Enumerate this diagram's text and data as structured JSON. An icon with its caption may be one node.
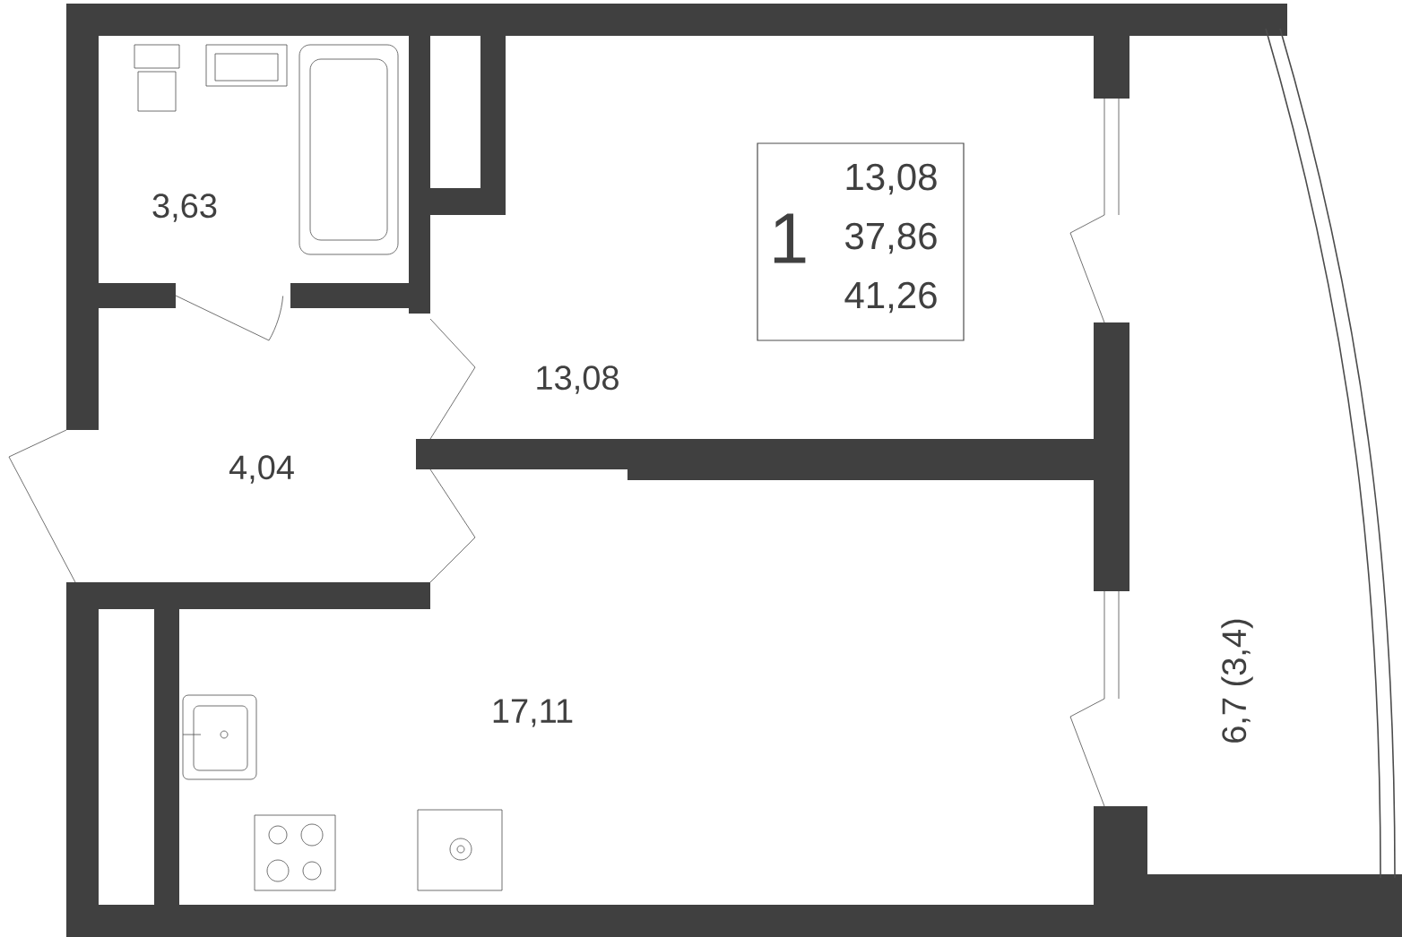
{
  "diagram": {
    "nodes": [
      {
        "text": [
          "1",
          "13,08",
          "37,86",
          "41,26"
        ]
      }
    ],
    "labels": [
      "3,63",
      "13,08",
      "4,04",
      "17,11",
      "6,7 (3,4)"
    ]
  }
}
